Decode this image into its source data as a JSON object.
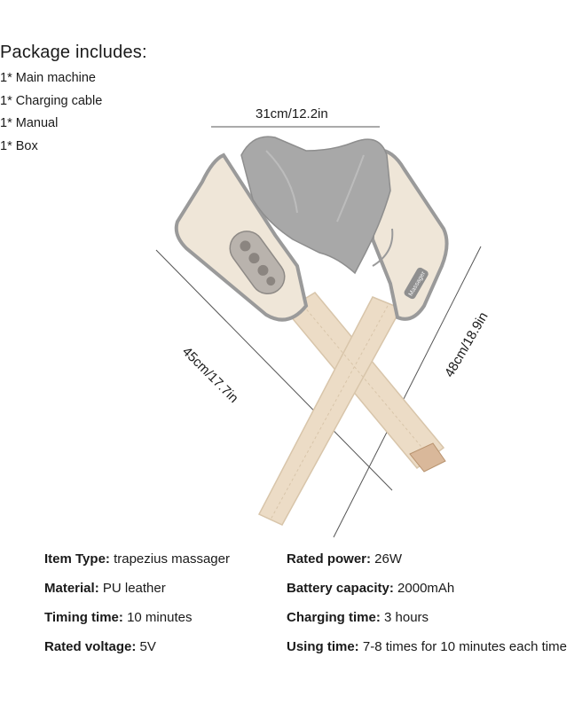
{
  "package": {
    "title": "Package includes:",
    "items": [
      "1* Main machine",
      "1* Charging cable",
      "1* Manual",
      "1* Box"
    ]
  },
  "dimensions": {
    "width": "31cm/12.2in",
    "diagonal": "45cm/17.7in",
    "height": "48cm/18.9in"
  },
  "product": {
    "device_label": "Massager",
    "body_color": "#efe6d8",
    "trim_color": "#9a9a9a",
    "pillow_color": "#a8a8a8",
    "strap_color": "#ecdcc6",
    "clip_color": "#d9b89a"
  },
  "specs": {
    "left": [
      {
        "key": "Item Type:",
        "value": " trapezius massager"
      },
      {
        "key": "Material:",
        "value": " PU leather"
      },
      {
        "key": "Timing time:",
        "value": " 10 minutes"
      },
      {
        "key": "Rated voltage:",
        "value": " 5V"
      }
    ],
    "right": [
      {
        "key": "Rated power:",
        "value": " 26W"
      },
      {
        "key": "Battery capacity:",
        "value": " 2000mAh"
      },
      {
        "key": "Charging time:",
        "value": " 3 hours"
      },
      {
        "key": "Using time:",
        "value": " 7-8 times for 10 minutes each time"
      }
    ]
  }
}
